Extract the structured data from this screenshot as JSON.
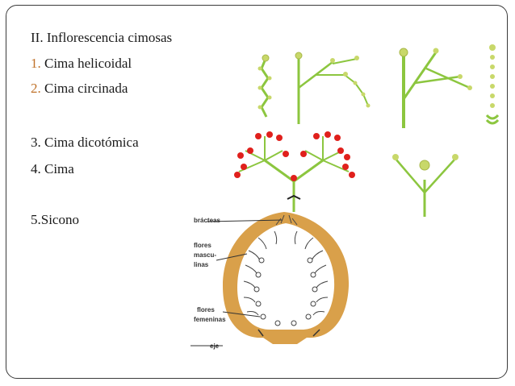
{
  "slide": {
    "heading": "II. Inflorescencia cimosas",
    "items": [
      {
        "num": "1.",
        "label": "Cima helicoidal"
      },
      {
        "num": "2.",
        "label": "Cima circinada"
      },
      {
        "num": "3.",
        "label": "Cima dicotómica"
      },
      {
        "num": "4.",
        "label": "Cima"
      },
      {
        "num": "5.",
        "label": "Sicono"
      }
    ],
    "diagram_labels": {
      "bracteas": "brácteas",
      "flores_masculinas_1": "flores",
      "flores_masculinas_2": "mascu-",
      "flores_masculinas_3": "linas",
      "flores_femeninas_1": "flores",
      "flores_femeninas_2": "femeninas",
      "eje": "eje"
    },
    "colors": {
      "stem_green": "#8cc63f",
      "flower_yellow": "#c8d86a",
      "flower_red": "#e0201c",
      "syconium": "#d9a04a",
      "number_accent": "#c0722a"
    }
  }
}
